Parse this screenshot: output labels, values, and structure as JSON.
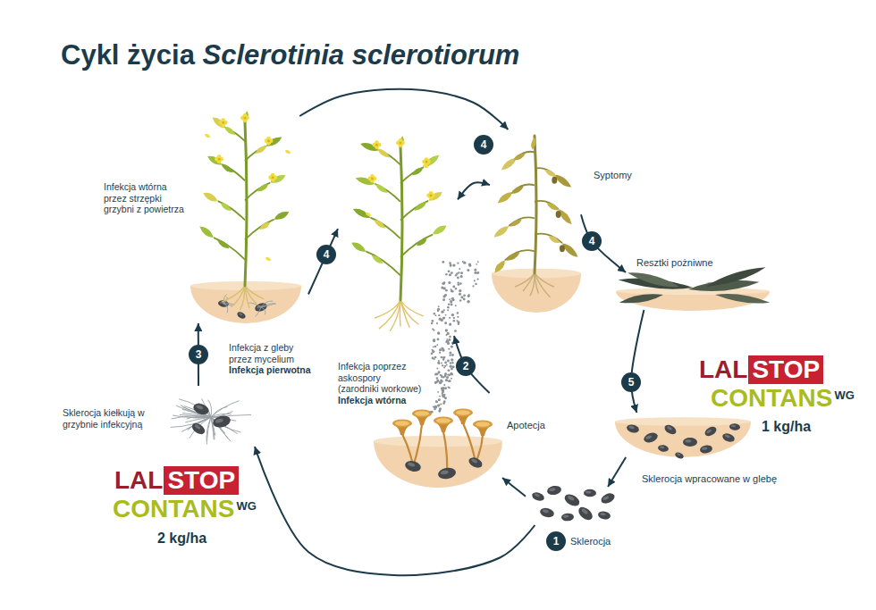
{
  "diagram": {
    "title": "Cykl życia Sclerotinia sclerotiorum",
    "nodes": [
      {
        "text": [
          "Infekcja wtórna przez strzępki grzybni z powietrza",
          "Infekcja z gleby przez mycelium",
          "Infekcja pierwotna"
        ]
      },
      {
        "text": [
          "Infekcja poprzez askospory (zarodniki workowe)",
          "Infekcja wtórna"
        ]
      },
      {
        "text": [
          "Syptomy"
        ]
      },
      {
        "text": [
          "Resztki pożniwne"
        ]
      },
      {
        "text": [
          "Sklerocja kiełkują w grzybnie infekcyjną"
        ]
      },
      {
        "text": [
          "Apotecja"
        ]
      },
      {
        "text": [
          "Sklerocja wpracowane w glebę"
        ]
      },
      {
        "text": [
          "Sklerocja"
        ]
      }
    ],
    "edges": [
      {
        "from": 7,
        "to": 4,
        "arrow": "to"
      },
      {
        "from": 7,
        "to": 5,
        "arrow": "to"
      },
      {
        "from": 4,
        "to": 0,
        "arrow": "to"
      },
      {
        "from": 5,
        "to": 1,
        "arrow": "to"
      },
      {
        "from": 0,
        "to": 1,
        "arrow": "to"
      },
      {
        "from": 0,
        "to": 2,
        "arrow": "to"
      },
      {
        "from": 1,
        "to": 2,
        "arrow": "both"
      },
      {
        "from": 2,
        "to": 3,
        "arrow": "to"
      },
      {
        "from": 3,
        "to": 6,
        "arrow": "to"
      },
      {
        "from": 6,
        "to": 7,
        "arrow": "to"
      }
    ],
    "labels": [
      "4",
      "4",
      "4",
      "3",
      "2",
      "5",
      "LAL",
      "STOP",
      "CONTANS",
      "WG",
      "1 kg/ha",
      "LAL",
      "STOP",
      "CONTANS",
      "WG",
      "2 kg/ha",
      "1"
    ]
  }
}
